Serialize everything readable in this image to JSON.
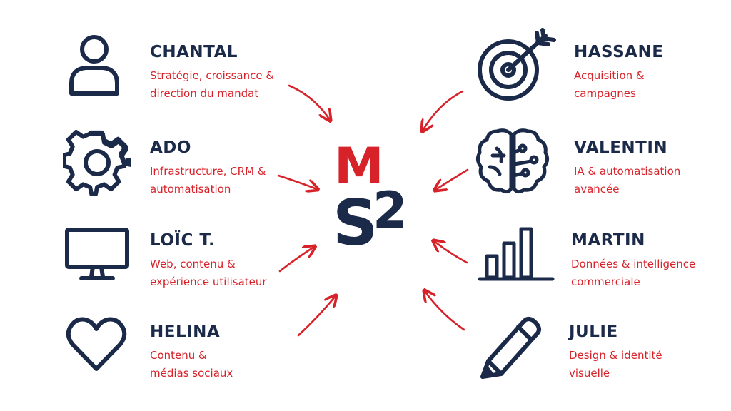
{
  "logo": {
    "m": "M",
    "s": "S",
    "two": "2"
  },
  "members": {
    "chantal": {
      "name": "CHANTAL",
      "role": "Stratégie, croissance &\ndirection du mandat"
    },
    "ado": {
      "name": "ADO",
      "role": "Infrastructure, CRM &\nautomatisation"
    },
    "loic": {
      "name": "LOÏC T.",
      "role": "Web, contenu &\nexpérience utilisateur"
    },
    "helina": {
      "name": "HELINA",
      "role": "Contenu &\nmédias sociaux"
    },
    "hassane": {
      "name": "HASSANE",
      "role": "Acquisition &\ncampagnes"
    },
    "valentin": {
      "name": "VALENTIN",
      "role": "IA & automatisation\navancée"
    },
    "martin": {
      "name": "MARTIN",
      "role": "Données & intelligence\ncommerciale"
    },
    "julie": {
      "name": "JULIE",
      "role": "Design & identité\nvisuelle"
    }
  },
  "icons": {
    "chantal": "person-icon",
    "ado": "gear-icon",
    "loic": "monitor-icon",
    "helina": "heart-icon",
    "hassane": "target-icon",
    "valentin": "brain-icon",
    "martin": "bar-chart-icon",
    "julie": "pencil-icon"
  },
  "colors": {
    "navy": "#1c2a4a",
    "red": "#d8222a",
    "background": "#ffffff"
  }
}
